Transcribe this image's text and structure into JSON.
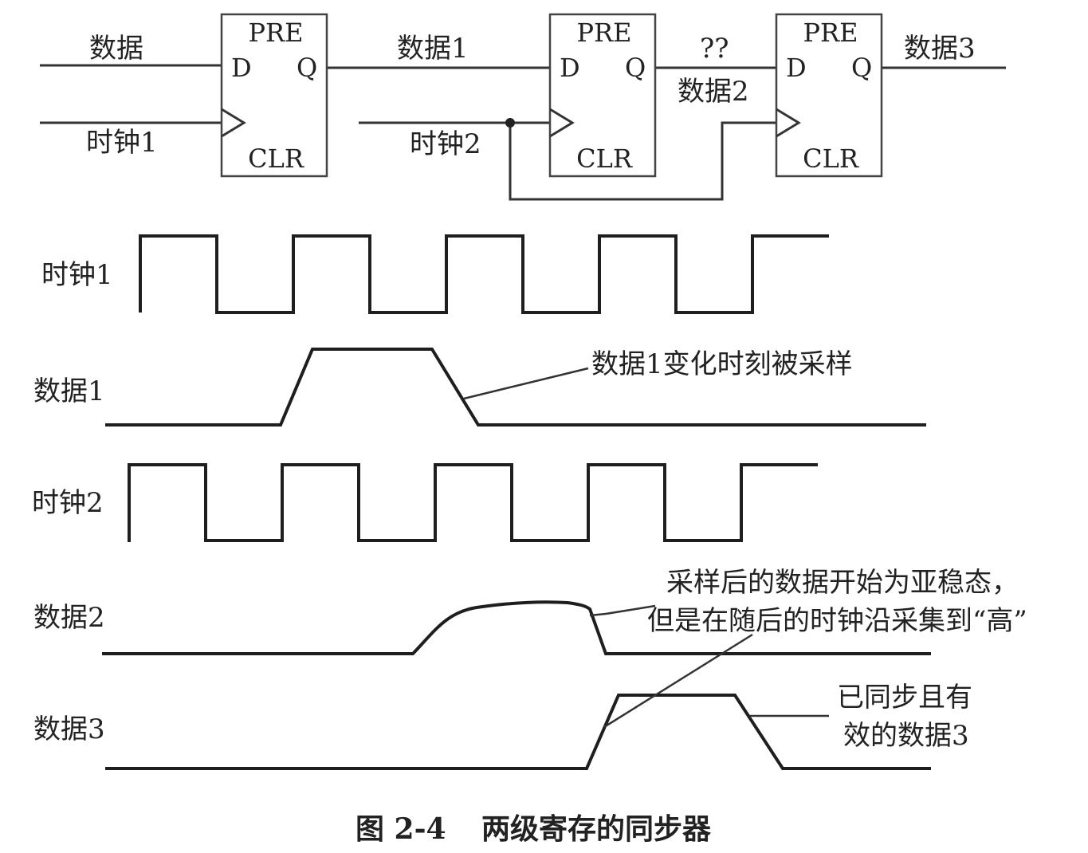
{
  "circuit": {
    "input_data_label": "数据",
    "clock1_label": "时钟1",
    "data1_label": "数据1",
    "clock2_label": "时钟2",
    "unknown_label": "??",
    "data2_label": "数据2",
    "data3_label": "数据3",
    "flipflops": [
      {
        "pre": "PRE",
        "d": "D",
        "q": "Q",
        "clr": "CLR"
      },
      {
        "pre": "PRE",
        "d": "D",
        "q": "Q",
        "clr": "CLR"
      },
      {
        "pre": "PRE",
        "d": "D",
        "q": "Q",
        "clr": "CLR"
      }
    ]
  },
  "timing": {
    "rows": [
      {
        "label": "时钟1"
      },
      {
        "label": "数据1"
      },
      {
        "label": "时钟2"
      },
      {
        "label": "数据2"
      },
      {
        "label": "数据3"
      }
    ],
    "annotations": {
      "data1_note": "数据1变化时刻被采样",
      "data2_note_line1": "采样后的数据开始为亚稳态，",
      "data2_note_line2": "但是在随后的时钟沿采集到“高”",
      "data3_note_line1": "已同步且有",
      "data3_note_line2": "效的数据3"
    }
  },
  "caption": {
    "figure_number": "图 2-4",
    "title": "两级寄存的同步器"
  }
}
